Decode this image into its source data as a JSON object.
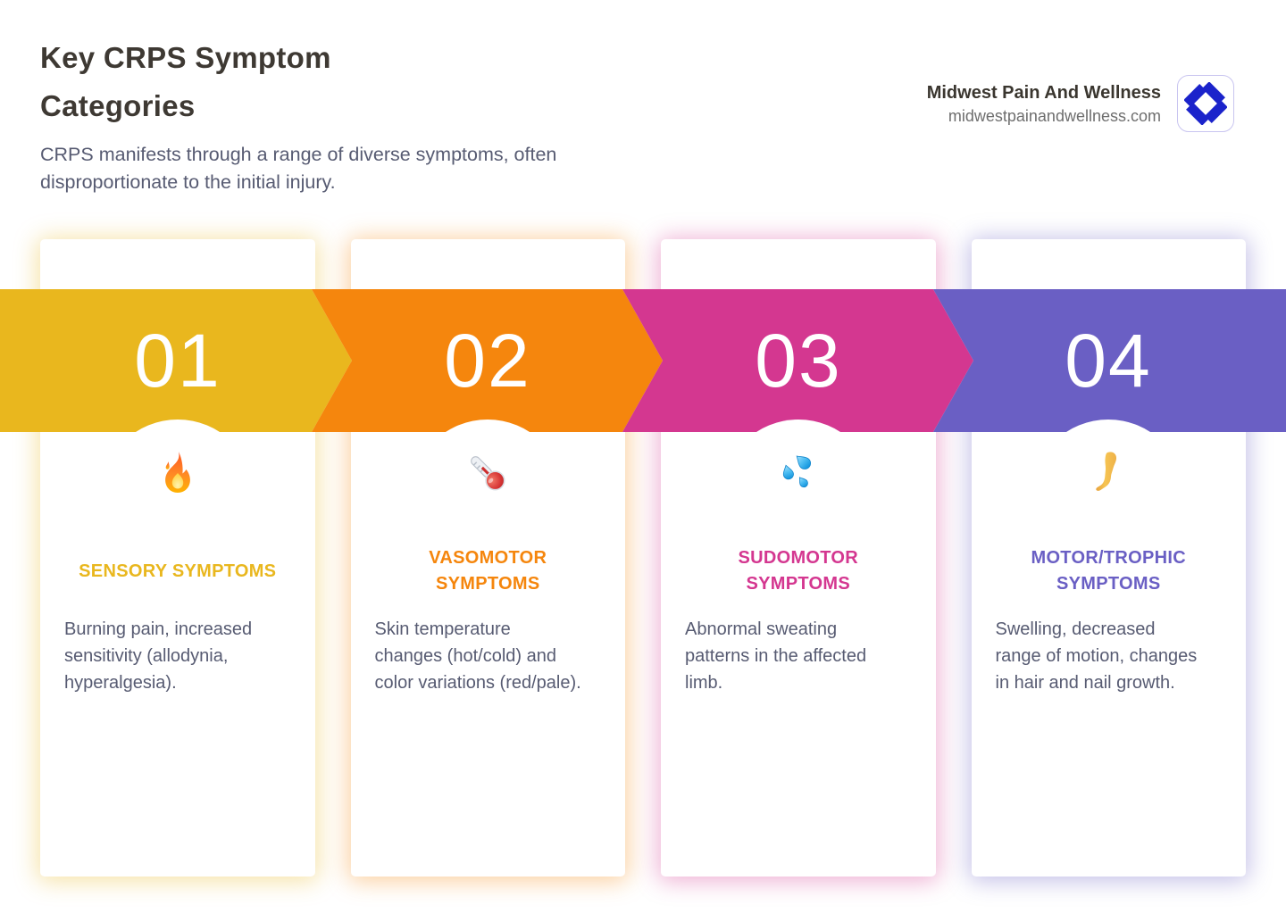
{
  "header": {
    "title_line1": "Key CRPS Symptom",
    "title_line2": "Categories",
    "subtitle": "CRPS manifests through a range of diverse symptoms, often disproportionate to the initial injury."
  },
  "brand": {
    "name": "Midwest Pain And Wellness",
    "website": "midwestpainandwellness.com",
    "logo_color": "#1B23CB"
  },
  "text_colors": {
    "heading": "#3E3933",
    "body": "#575B72"
  },
  "cards": [
    {
      "number": "01",
      "title": "SENSORY SYMPTOMS",
      "description": "Burning pain, increased sensitivity (allodynia, hyperalgesia).",
      "color": "#E9B71E",
      "icon": "fire-icon"
    },
    {
      "number": "02",
      "title": "VASOMOTOR SYMPTOMS",
      "description": "Skin temperature changes (hot/cold) and color variations (red/pale).",
      "color": "#F5860D",
      "icon": "thermometer-icon"
    },
    {
      "number": "03",
      "title": "SUDOMOTOR SYMPTOMS",
      "description": "Abnormal sweating patterns in the affected limb.",
      "color": "#D43790",
      "icon": "sweat-droplets-icon"
    },
    {
      "number": "04",
      "title": "MOTOR/TROPHIC SYMPTOMS",
      "description": "Swelling, decreased range of motion, changes in hair and nail growth.",
      "color": "#6A5FC4",
      "icon": "leg-icon"
    }
  ]
}
